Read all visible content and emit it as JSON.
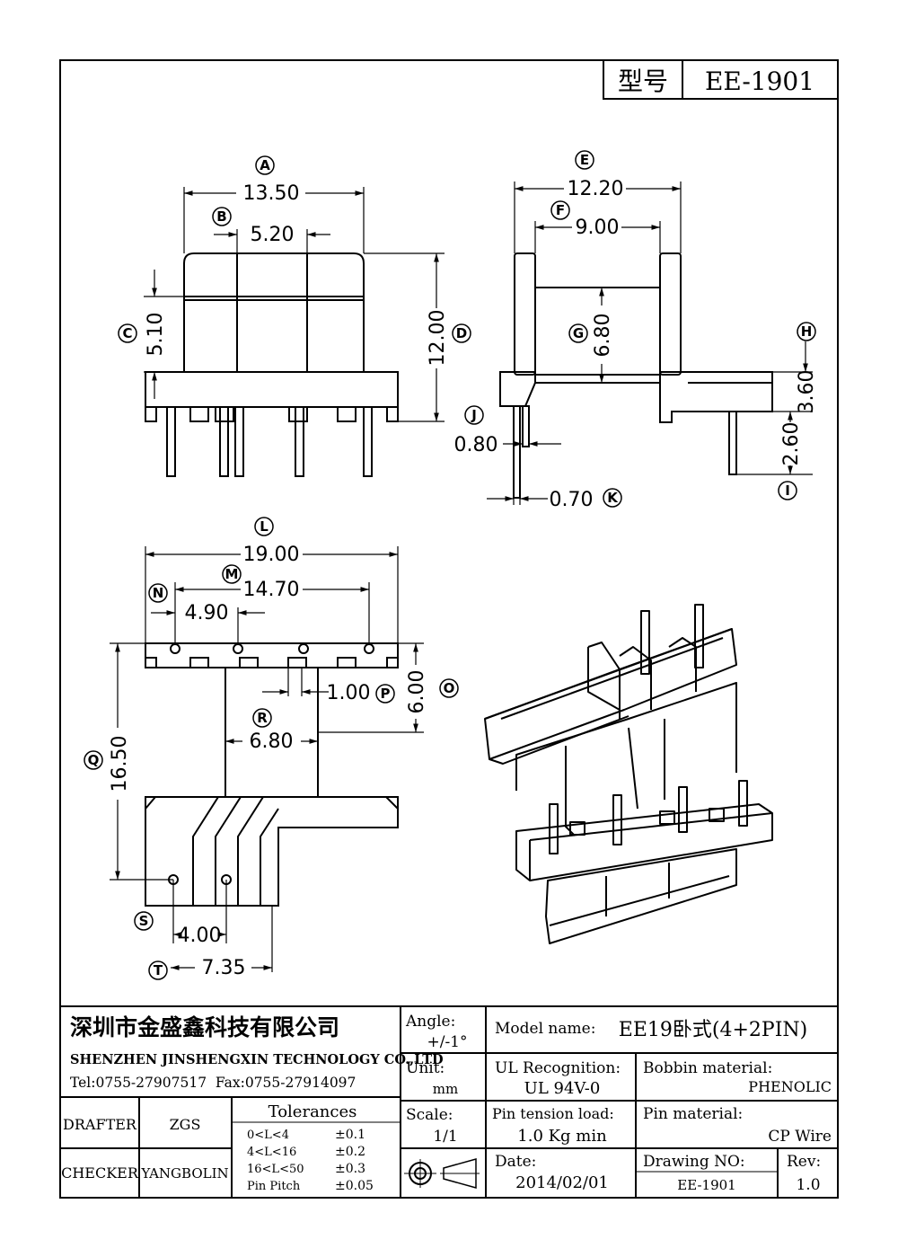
{
  "header": {
    "model_label": "型号",
    "model_value": "EE-1901"
  },
  "dims": {
    "A": {
      "letter": "A",
      "value": "13.50"
    },
    "B": {
      "letter": "B",
      "value": "5.20"
    },
    "C": {
      "letter": "C",
      "value": "5.10"
    },
    "D": {
      "letter": "D",
      "value": "12.00"
    },
    "E": {
      "letter": "E",
      "value": "12.20"
    },
    "F": {
      "letter": "F",
      "value": "9.00"
    },
    "G": {
      "letter": "G",
      "value": "6.80"
    },
    "H": {
      "letter": "H",
      "value": "3.60"
    },
    "I": {
      "letter": "I",
      "value": "2.60"
    },
    "J": {
      "letter": "J",
      "value": "0.80"
    },
    "K": {
      "letter": "K",
      "value": "0.70"
    },
    "L": {
      "letter": "L",
      "value": "19.00"
    },
    "M": {
      "letter": "M",
      "value": "14.70"
    },
    "N": {
      "letter": "N",
      "value": "4.90"
    },
    "O": {
      "letter": "O",
      "value": "6.00"
    },
    "P": {
      "letter": "P",
      "value": "1.00"
    },
    "Q": {
      "letter": "Q",
      "value": "16.50"
    },
    "R": {
      "letter": "R",
      "value": "6.80"
    },
    "S": {
      "letter": "S",
      "value": "4.00"
    },
    "T": {
      "letter": "T",
      "value": "7.35"
    }
  },
  "title_block": {
    "company_cn": "深圳市金盛鑫科技有限公司",
    "company_en": "SHENZHEN JINSHENGXIN TECHNOLOGY CO.,LTD",
    "contact": "Tel:0755-27907517  Fax:0755-27914097",
    "angle_label": "Angle:",
    "angle_value": "+/-1°",
    "unit_label": "Unit:",
    "unit_value": "mm",
    "scale_label": "Scale:",
    "scale_value": "1/1",
    "model_name_label": "Model name:",
    "model_name_value": "EE19卧式(4+2PIN)",
    "ul_label": "UL Recognition:",
    "ul_value": "UL 94V-0",
    "bobbin_label": "Bobbin material:",
    "bobbin_value": "PHENOLIC",
    "pin_tension_label": "Pin tension load:",
    "pin_tension_value": "1.0 Kg min",
    "pin_material_label": "Pin material:",
    "pin_material_value": "CP Wire",
    "date_label": "Date:",
    "date_value": "2014/02/01",
    "drawing_no_label": "Drawing NO:",
    "drawing_no_value": "EE-1901",
    "rev_label": "Rev:",
    "rev_value": "1.0",
    "drafter_label": "DRAFTER",
    "drafter_value": "ZGS",
    "checker_label": "CHECKER",
    "checker_value": "YANGBOLIN",
    "tolerances_title": "Tolerances",
    "tolerances": [
      {
        "range": "0<L<4",
        "value": "±0.1"
      },
      {
        "range": "4<L<16",
        "value": "±0.2"
      },
      {
        "range": "16<L<50",
        "value": "±0.3"
      },
      {
        "range": "Pin Pitch",
        "value": "±0.05"
      }
    ]
  }
}
